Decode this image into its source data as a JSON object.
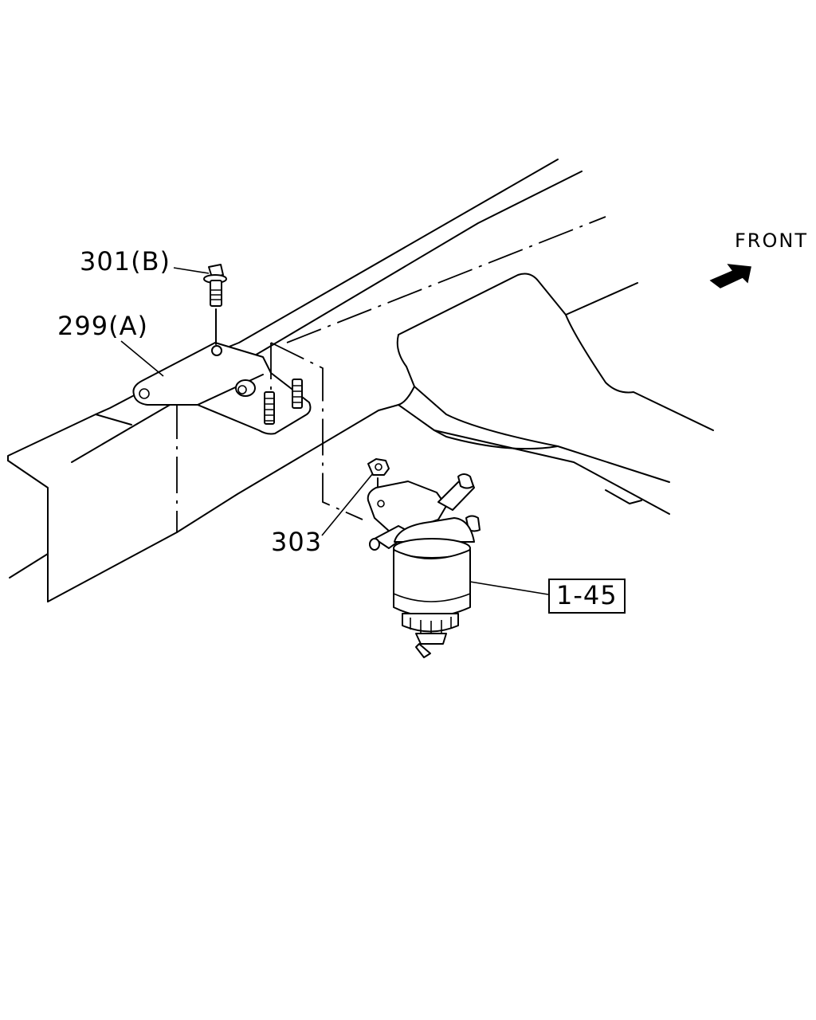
{
  "labels": {
    "bolt": "301(B)",
    "bracket": "299(A)",
    "nut": "303",
    "filter_ref": "1-45",
    "front": "FRONT"
  },
  "icons": {
    "front_arrow": "front-direction-arrow-icon"
  },
  "colors": {
    "line": "#000000",
    "background": "#ffffff"
  }
}
